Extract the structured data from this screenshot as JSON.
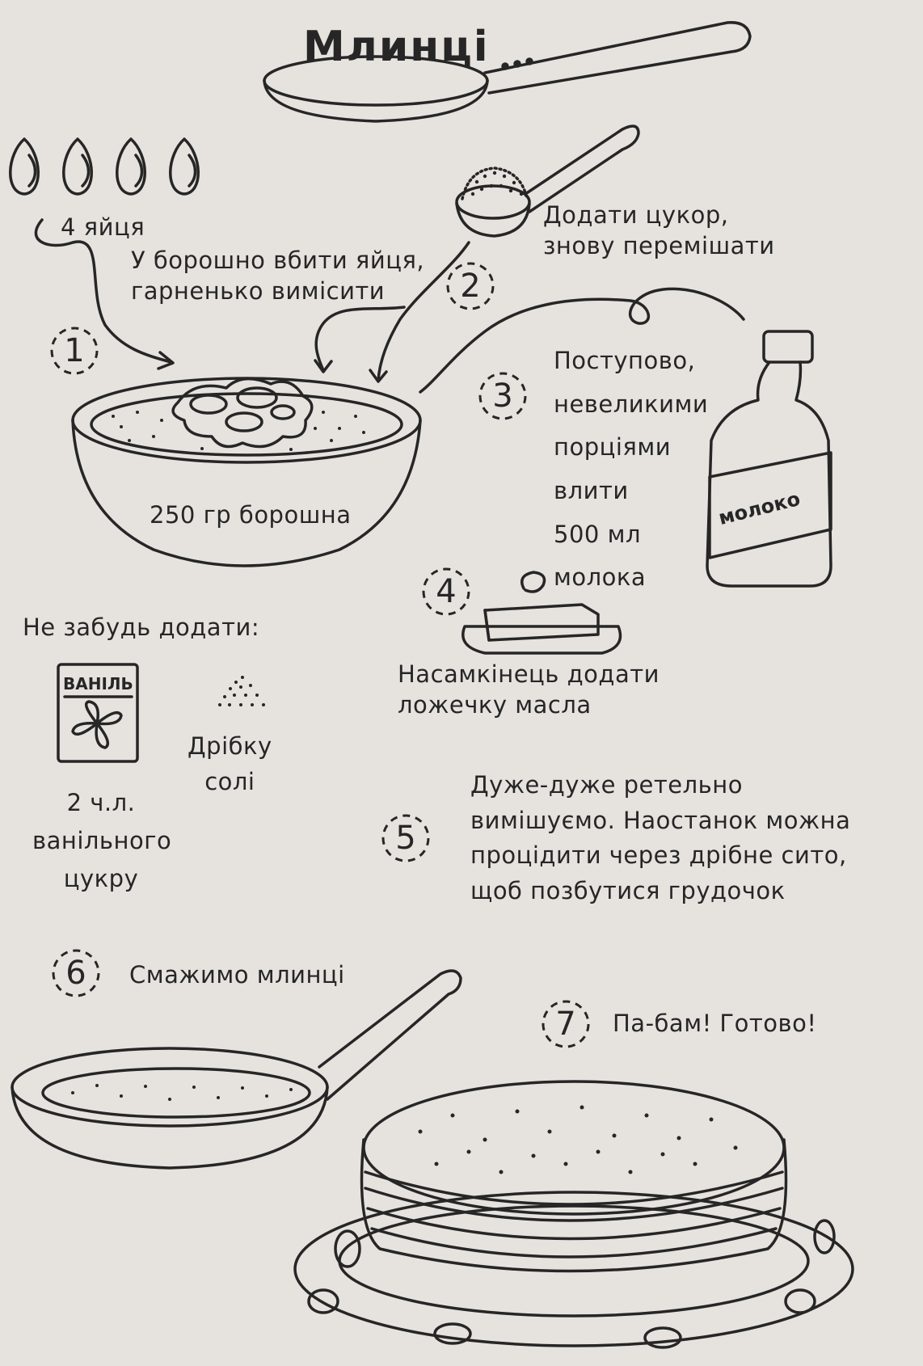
{
  "title": "Млинці",
  "ingredients": {
    "eggs": "4 яйця",
    "flour": "250 гр борошна",
    "milk_label": "молоко",
    "vanilla_label": "ВАНІЛЬ"
  },
  "steps": [
    {
      "number": "1",
      "lines": [
        "У борошно вбити яйця,",
        "гарненько вимісити"
      ]
    },
    {
      "number": "2",
      "lines": [
        "Додати цукор,",
        "знову перемішати"
      ]
    },
    {
      "number": "3",
      "lines": [
        "Поступово,",
        "невеликими",
        "порціями",
        "влити",
        "500 мл",
        "молока"
      ]
    },
    {
      "number": "4",
      "lines": [
        "Насамкінець додати",
        "ложечку масла"
      ]
    },
    {
      "number": "5",
      "lines": [
        "Дуже-дуже ретельно",
        "вимішуємо. Наостанок можна",
        "процідити через дрібне сито,",
        "щоб позбутися грудочок"
      ]
    },
    {
      "number": "6",
      "lines": [
        "Смажимо млинці"
      ]
    },
    {
      "number": "7",
      "lines": [
        "Па-бам! Готово!"
      ]
    }
  ],
  "reminder": {
    "heading": "Не забудь додати:",
    "vanilla_lines": [
      "2 ч.л.",
      "ванільного",
      "цукру"
    ],
    "salt_lines": [
      "Дрібку",
      "солі"
    ]
  }
}
